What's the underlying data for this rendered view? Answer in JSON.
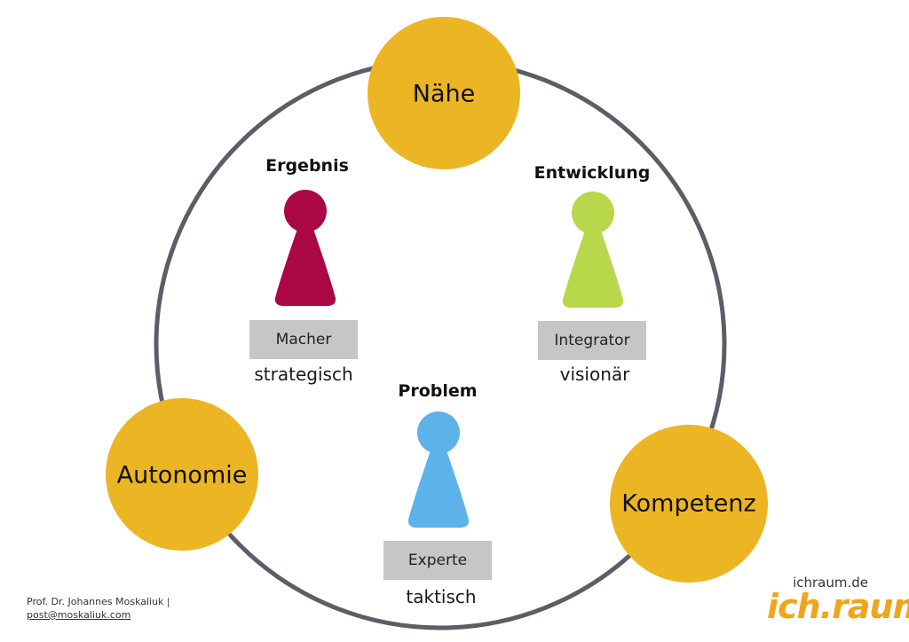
{
  "colors": {
    "ring": "#5a5e66",
    "node_fill": "#ecb524",
    "pawn_macher": "#a90845",
    "pawn_integrator": "#b8d74b",
    "pawn_experte": "#5db2ea",
    "role_box": "#c6c6c6",
    "logo": "#f0a51a"
  },
  "nodes": {
    "naehe": "Nähe",
    "autonomie": "Autonomie",
    "kompetenz": "Kompetenz"
  },
  "roles": {
    "macher": {
      "heading": "Ergebnis",
      "label": "Macher",
      "sub": "strategisch",
      "icon": "pawn-icon"
    },
    "integrator": {
      "heading": "Entwicklung",
      "label": "Integrator",
      "sub": "visionär",
      "icon": "pawn-icon"
    },
    "experte": {
      "heading": "Problem",
      "label": "Experte",
      "sub": "taktisch",
      "icon": "pawn-icon"
    }
  },
  "footer": {
    "author": "Prof. Dr. Johannes Moskaliuk |",
    "email": "post@moskaliuk.com"
  },
  "logo": {
    "domain": "ichraum.de",
    "wordmark": "ich.raum"
  }
}
